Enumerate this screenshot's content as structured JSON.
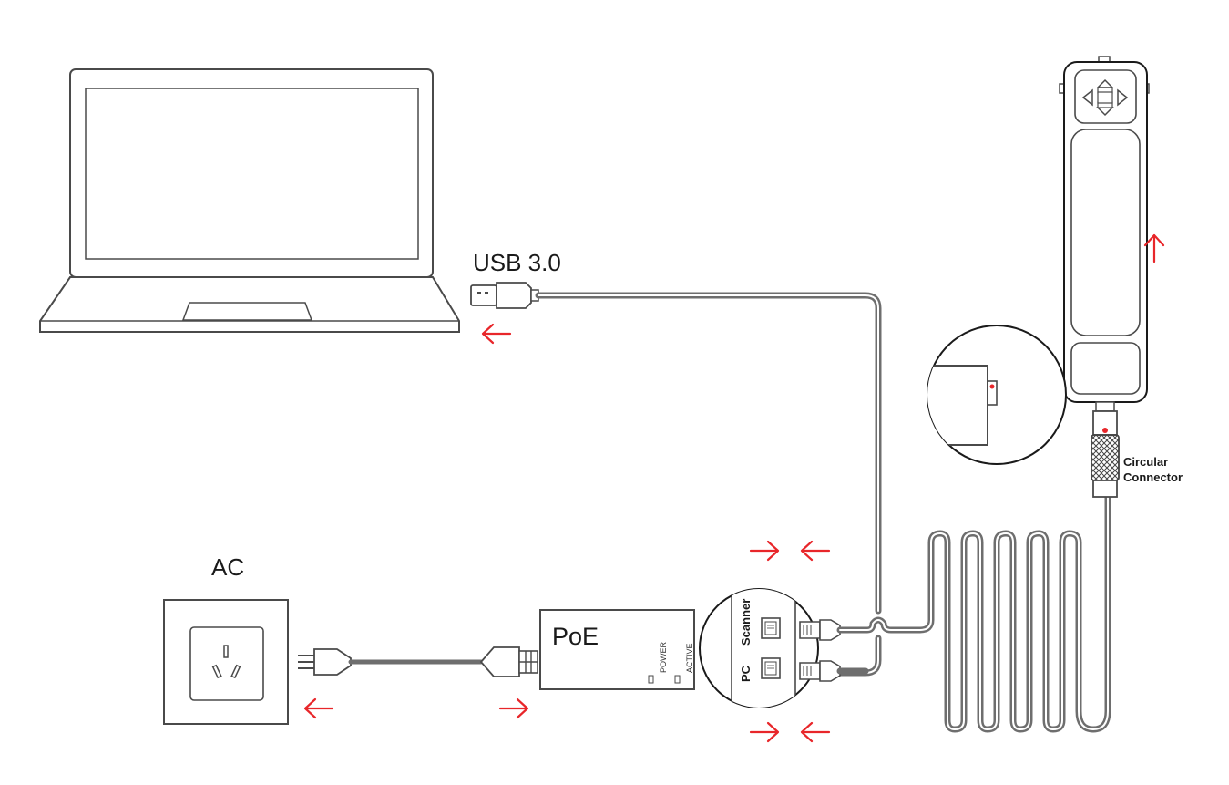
{
  "labels": {
    "usb": "USB 3.0",
    "ac": "AC",
    "poe": "PoE",
    "poe_power": "POWER",
    "poe_active": "ACTIVE",
    "port_scanner": "Scanner",
    "port_pc": "PC",
    "connector_line1": "Circular",
    "connector_line2": "Connector"
  },
  "colors": {
    "arrow": "#e8262a",
    "outline": "#4a4a4a",
    "cable": "#6e6e6e"
  },
  "icons": [
    "laptop-icon",
    "usb-plug-icon",
    "ac-outlet-icon",
    "power-plug-icon",
    "poe-injector-icon",
    "rj45-plug-icon",
    "handheld-scanner-icon",
    "circular-connector-icon",
    "direction-arrow-icon"
  ]
}
